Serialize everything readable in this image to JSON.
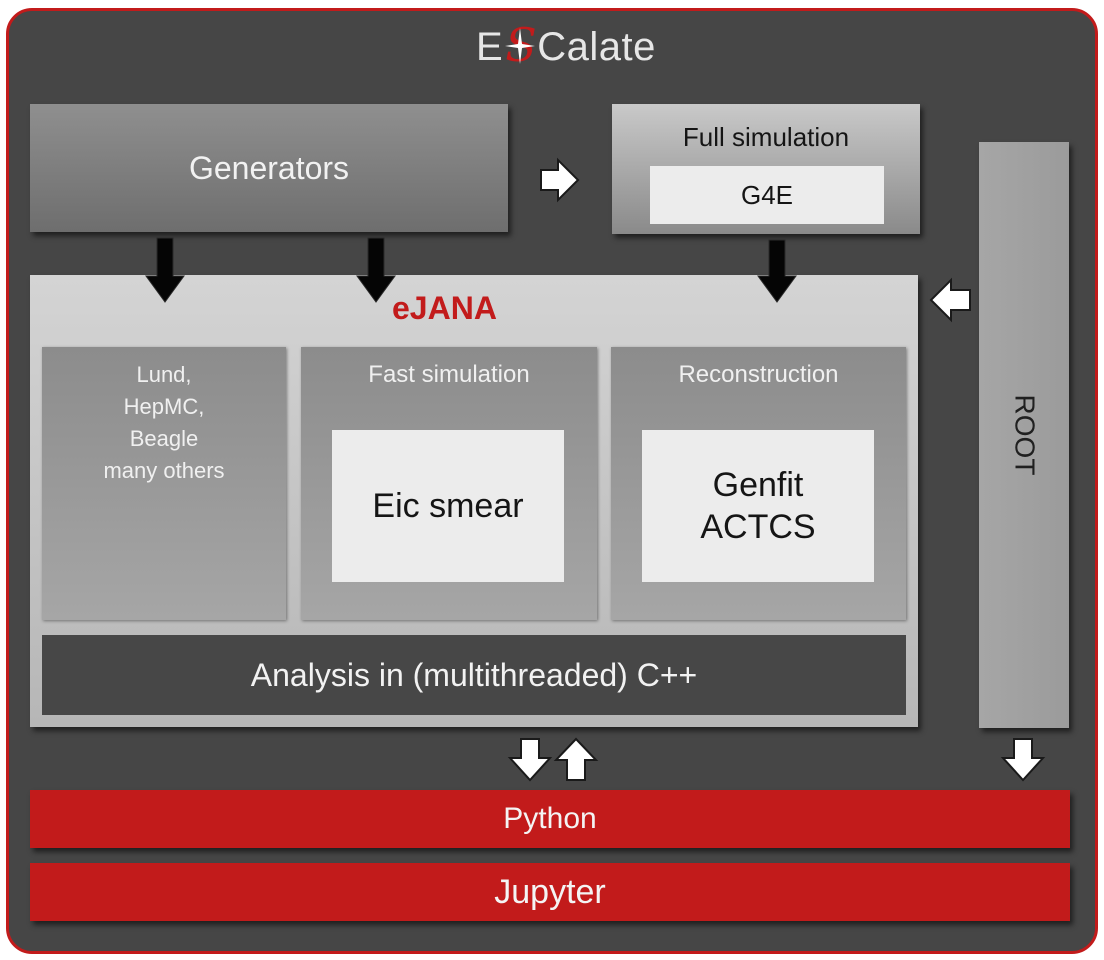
{
  "title": {
    "pre": "E",
    "post": "Calate"
  },
  "generators": {
    "label": "Generators"
  },
  "full_simulation": {
    "label": "Full simulation",
    "inner": "G4E"
  },
  "root": {
    "label": "ROOT"
  },
  "ejana": {
    "title": "eJANA",
    "lund_panel": {
      "lines": [
        "Lund,",
        "HepMC,",
        "Beagle",
        "many others"
      ]
    },
    "fast_simulation": {
      "label": "Fast simulation",
      "inner": "Eic smear"
    },
    "reconstruction": {
      "label": "Reconstruction",
      "inner_lines": [
        "Genfit",
        "ACTCS"
      ]
    },
    "analysis": "Analysis in (multithreaded) C++"
  },
  "python": "Python",
  "jupyter": "Jupyter",
  "colors": {
    "accent": "#c21b1b",
    "background": "#464646"
  }
}
